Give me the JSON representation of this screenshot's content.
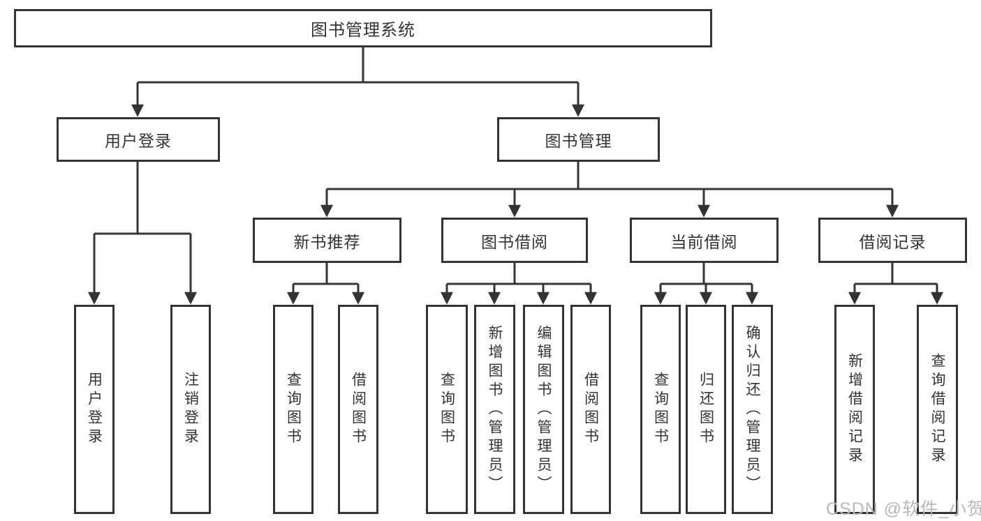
{
  "diagram": {
    "title": "图书管理系统",
    "colors": {
      "line": "#333333",
      "text": "#333333",
      "background": "#ffffff",
      "watermark": "#b8b8b8"
    },
    "root": {
      "label": "图书管理系统",
      "children": [
        {
          "label": "用户登录",
          "children": [
            {
              "label": "用户登录"
            },
            {
              "label": "注销登录"
            }
          ]
        },
        {
          "label": "图书管理",
          "children": [
            {
              "label": "新书推荐",
              "children": [
                {
                  "label": "查询图书"
                },
                {
                  "label": "借阅图书"
                }
              ]
            },
            {
              "label": "图书借阅",
              "children": [
                {
                  "label": "查询图书"
                },
                {
                  "label": "新增图书（管理员）"
                },
                {
                  "label": "编辑图书（管理员）"
                },
                {
                  "label": "借阅图书"
                }
              ]
            },
            {
              "label": "当前借阅",
              "children": [
                {
                  "label": "查询图书"
                },
                {
                  "label": "归还图书"
                },
                {
                  "label": "确认归还（管理员）"
                }
              ]
            },
            {
              "label": "借阅记录",
              "children": [
                {
                  "label": "新增借阅记录"
                },
                {
                  "label": "查询借阅记录"
                }
              ]
            }
          ]
        }
      ]
    }
  },
  "watermark": {
    "text": "CSDN @软件_小贺同学"
  }
}
